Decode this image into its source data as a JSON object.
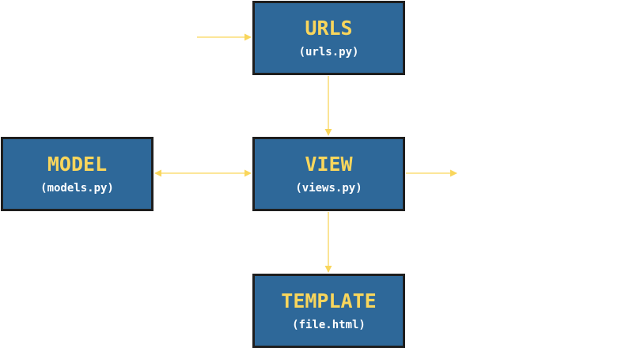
{
  "colors": {
    "box_fill": "#2e6899",
    "box_border": "#1e1e1e",
    "title_text": "#f9d65c",
    "file_text": "#ffffff",
    "arrow": "#f9d65c"
  },
  "nodes": {
    "urls": {
      "title": "URLS",
      "file": "(urls.py)"
    },
    "view": {
      "title": "VIEW",
      "file": "(views.py)"
    },
    "model": {
      "title": "MODEL",
      "file": "(models.py)"
    },
    "template": {
      "title": "TEMPLATE",
      "file": "(file.html)"
    }
  },
  "edges": [
    {
      "from": "incoming-request",
      "to": "urls",
      "direction": "one-way"
    },
    {
      "from": "urls",
      "to": "view",
      "direction": "one-way"
    },
    {
      "from": "model",
      "to": "view",
      "direction": "two-way"
    },
    {
      "from": "view",
      "to": "template",
      "direction": "one-way"
    },
    {
      "from": "view",
      "to": "outgoing-response",
      "direction": "one-way"
    }
  ]
}
